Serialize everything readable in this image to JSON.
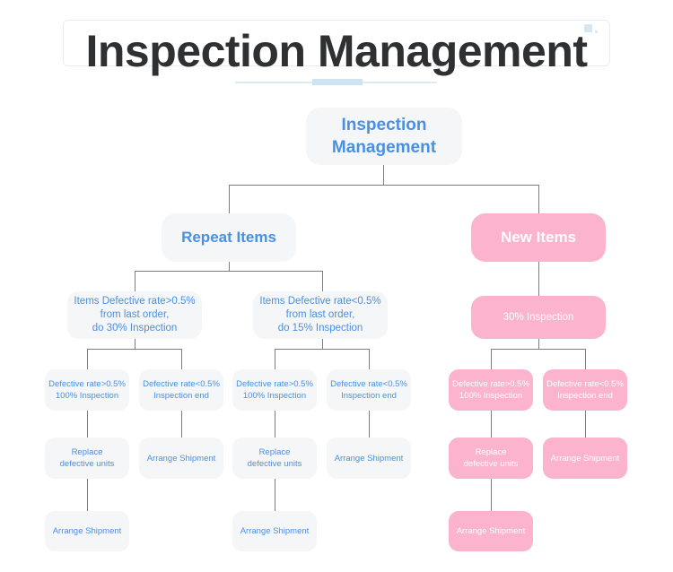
{
  "header": {
    "title": "Inspection Management",
    "accent_color": "#cfe4f1",
    "title_color": "#2f3031"
  },
  "theme": {
    "blue_node_bg": "#f5f6f7",
    "blue_node_text": "#4a90e2",
    "pink_node_bg": "#fbb3ce",
    "pink_node_text": "#ffffff",
    "connector_color": "#7d7d7d"
  },
  "chart_data": {
    "type": "diagram",
    "title": "Inspection Management",
    "diagram_kind": "tree-flowchart",
    "levels": 6,
    "nodes": [
      {
        "id": "root",
        "label": "Inspection Management",
        "level": 0,
        "style": "blue"
      },
      {
        "id": "repeat",
        "label": "Repeat Items",
        "level": 1,
        "style": "blue",
        "parent": "root"
      },
      {
        "id": "new",
        "label": "New Items",
        "level": 1,
        "style": "pink",
        "parent": "root"
      },
      {
        "id": "cond-a",
        "label": "Items Defective rate>0.5%\nfrom last order,\ndo 30% Inspection",
        "level": 2,
        "style": "blue",
        "parent": "repeat"
      },
      {
        "id": "cond-b",
        "label": "Items Defective rate<0.5%\nfrom last order,\ndo 15% Inspection",
        "level": 2,
        "style": "blue",
        "parent": "repeat"
      },
      {
        "id": "insp30",
        "label": "30% Inspection",
        "level": 2,
        "style": "pink",
        "parent": "new"
      },
      {
        "id": "rate-a1",
        "label": "Defective rate>0.5%\n100% Inspection",
        "level": 3,
        "style": "blue",
        "parent": "cond-a"
      },
      {
        "id": "rate-a2",
        "label": "Defective rate<0.5%\nInspection end",
        "level": 3,
        "style": "blue",
        "parent": "cond-a"
      },
      {
        "id": "rate-b1",
        "label": "Defective rate>0.5%\n100% Inspection",
        "level": 3,
        "style": "blue",
        "parent": "cond-b"
      },
      {
        "id": "rate-b2",
        "label": "Defective rate<0.5%\nInspection end",
        "level": 3,
        "style": "blue",
        "parent": "cond-b"
      },
      {
        "id": "rate-c1",
        "label": "Defective rate>0.5%\n100% Inspection",
        "level": 3,
        "style": "pink",
        "parent": "insp30"
      },
      {
        "id": "rate-c2",
        "label": "Defective rate<0.5%\nInspection end",
        "level": 3,
        "style": "pink",
        "parent": "insp30"
      },
      {
        "id": "act-a1",
        "label": "Replace\ndefective units",
        "level": 4,
        "style": "blue",
        "parent": "rate-a1"
      },
      {
        "id": "act-a2",
        "label": "Arrange Shipment",
        "level": 4,
        "style": "blue",
        "parent": "rate-a2"
      },
      {
        "id": "act-b1",
        "label": "Replace\ndefective units",
        "level": 4,
        "style": "blue",
        "parent": "rate-b1"
      },
      {
        "id": "act-b2",
        "label": "Arrange Shipment",
        "level": 4,
        "style": "blue",
        "parent": "rate-b2"
      },
      {
        "id": "act-c1",
        "label": "Replace\ndefective units",
        "level": 4,
        "style": "pink",
        "parent": "rate-c1"
      },
      {
        "id": "act-c2",
        "label": "Arrange Shipment",
        "level": 4,
        "style": "pink",
        "parent": "rate-c2"
      },
      {
        "id": "ship-a",
        "label": "Arrange Shipment",
        "level": 5,
        "style": "blue",
        "parent": "act-a1"
      },
      {
        "id": "ship-b",
        "label": "Arrange Shipment",
        "level": 5,
        "style": "blue",
        "parent": "act-b1"
      },
      {
        "id": "ship-c",
        "label": "Arrange Shipment",
        "level": 5,
        "style": "pink",
        "parent": "act-c1"
      }
    ]
  },
  "nodes": {
    "root": {
      "line1": "Inspection",
      "line2": "Management"
    },
    "repeat": {
      "label": "Repeat Items"
    },
    "new": {
      "label": "New Items"
    },
    "cond_a": {
      "line1": "Items Defective rate>0.5%",
      "line2": "from last order,",
      "line3": "do 30% Inspection"
    },
    "cond_b": {
      "line1": "Items Defective rate<0.5%",
      "line2": "from last order,",
      "line3": "do 15% Inspection"
    },
    "insp30": {
      "label": "30% Inspection"
    },
    "rate_gt": {
      "line1": "Defective rate>0.5%",
      "line2": "100% Inspection"
    },
    "rate_lt": {
      "line1": "Defective rate<0.5%",
      "line2": "Inspection end"
    },
    "replace": {
      "line1": "Replace",
      "line2": "defective units"
    },
    "arrange": {
      "label": "Arrange Shipment"
    }
  }
}
